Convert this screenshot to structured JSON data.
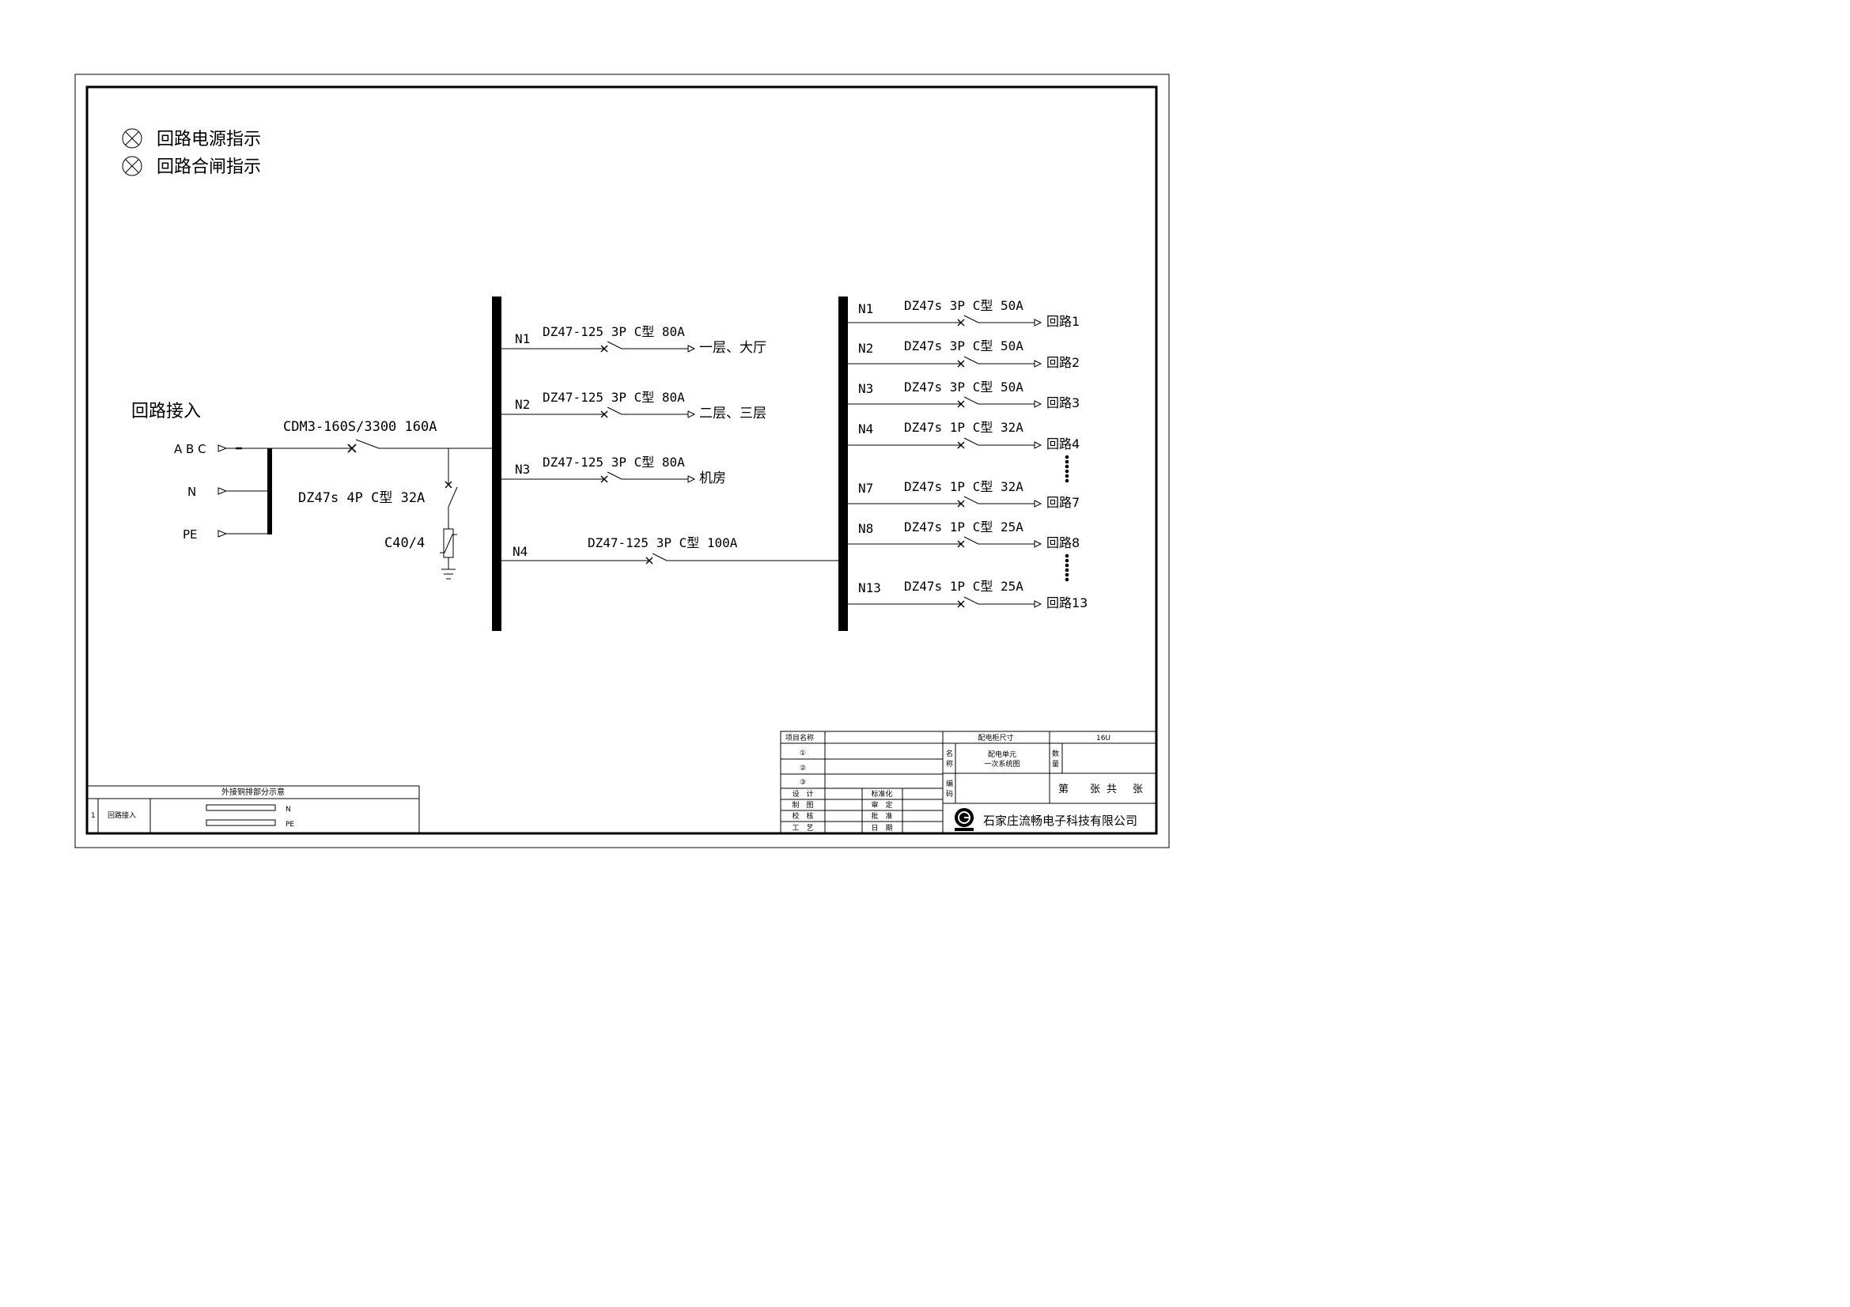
{
  "legend": {
    "power_indicator": "回路电源指示",
    "closing_indicator": "回路合闸指示"
  },
  "incoming": {
    "title": "回路接入",
    "phase_abc": "A B C",
    "phase_n": "N",
    "phase_pe": "PE",
    "main_breaker": "CDM3-160S/3300 160A",
    "spd_breaker": "DZ47s 4P C型 32A",
    "spd": "C40/4"
  },
  "bus1": {
    "feeders": [
      {
        "id": "N1",
        "breaker": "DZ47-125 3P C型 80A",
        "dest": "一层、大厅"
      },
      {
        "id": "N2",
        "breaker": "DZ47-125 3P C型 80A",
        "dest": "二层、三层"
      },
      {
        "id": "N3",
        "breaker": "DZ47-125 3P C型 80A",
        "dest": "机房"
      },
      {
        "id": "N4",
        "breaker": "DZ47-125 3P C型 100A",
        "dest": ""
      }
    ]
  },
  "bus2": {
    "feeders": [
      {
        "id": "N1",
        "breaker": "DZ47s 3P C型 50A",
        "dest": "回路1"
      },
      {
        "id": "N2",
        "breaker": "DZ47s 3P C型 50A",
        "dest": "回路2"
      },
      {
        "id": "N3",
        "breaker": "DZ47s 3P C型 50A",
        "dest": "回路3"
      },
      {
        "id": "N4",
        "breaker": "DZ47s 1P C型 32A",
        "dest": "回路4"
      },
      {
        "id": "N7",
        "breaker": "DZ47s 1P C型 32A",
        "dest": "回路7"
      },
      {
        "id": "N8",
        "breaker": "DZ47s 1P C型 25A",
        "dest": "回路8"
      },
      {
        "id": "N13",
        "breaker": "DZ47s 1P C型 25A",
        "dest": "回路13"
      }
    ]
  },
  "copper_table": {
    "title": "外接铜排部分示意",
    "row_no": "1",
    "row_name": "回路接入",
    "bar_n": "N",
    "bar_pe": "PE"
  },
  "title_block": {
    "project_name_label": "项目名称",
    "c1": "①",
    "c2": "②",
    "c3": "③",
    "cabinet_size_label": "配电柜尺寸",
    "cabinet_size_value": "16U",
    "name_label_1": "名",
    "name_label_2": "称",
    "name_value_1": "配电单元",
    "name_value_2": "一次系统图",
    "qty_label_1": "数",
    "qty_label_2": "量",
    "code_label_1": "编",
    "code_label_2": "码",
    "design": "设　计",
    "draw": "制　图",
    "check": "校　核",
    "process": "工　艺",
    "standard": "标准化",
    "review": "审　定",
    "approve": "批　准",
    "date": "日　期",
    "sheet_di": "第",
    "sheet_zhang1": "张",
    "sheet_gong": "共",
    "sheet_zhang2": "张",
    "company": "石家庄流畅电子科技有限公司"
  }
}
